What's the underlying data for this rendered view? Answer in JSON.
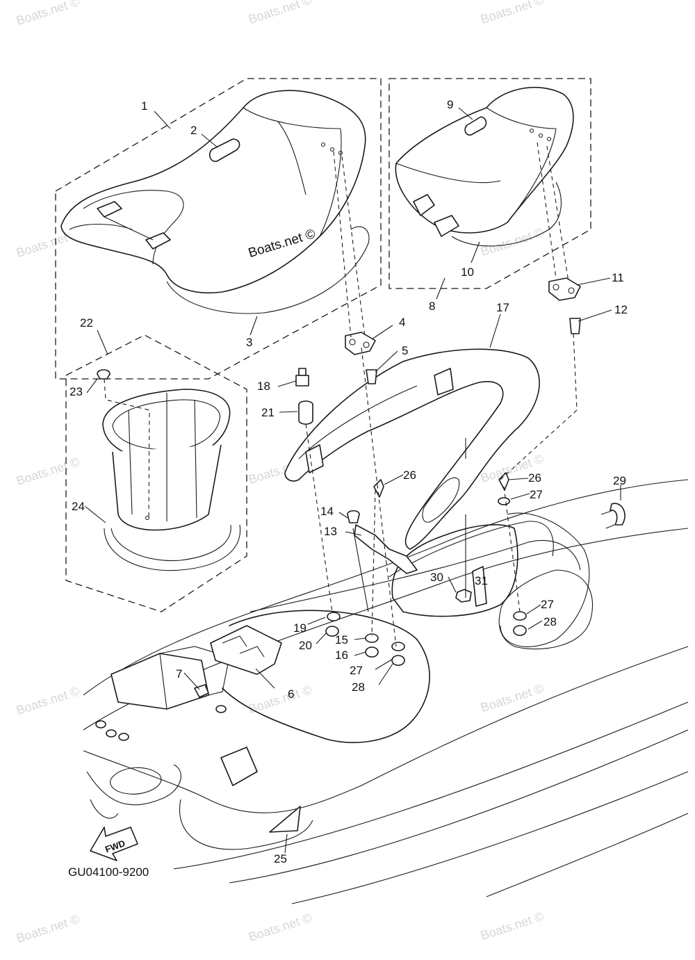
{
  "watermark": "Boats.net ©",
  "center_watermark": "Boats.net ©",
  "drawing_code": "GU04100-9200",
  "fwd_label": "FWD",
  "callouts": {
    "c1": "1",
    "c2": "2",
    "c3": "3",
    "c4": "4",
    "c5": "5",
    "c6": "6",
    "c7": "7",
    "c8": "8",
    "c9": "9",
    "c10": "10",
    "c11": "11",
    "c12": "12",
    "c13": "13",
    "c14": "14",
    "c15": "15",
    "c16": "16",
    "c17": "17",
    "c18": "18",
    "c19": "19",
    "c20": "20",
    "c21": "21",
    "c22": "22",
    "c23": "23",
    "c24": "24",
    "c25": "25",
    "c26a": "26",
    "c26b": "26",
    "c27a": "27",
    "c27b": "27",
    "c27c": "27",
    "c28a": "28",
    "c28b": "28",
    "c29": "29",
    "c30": "30",
    "c31": "31"
  }
}
